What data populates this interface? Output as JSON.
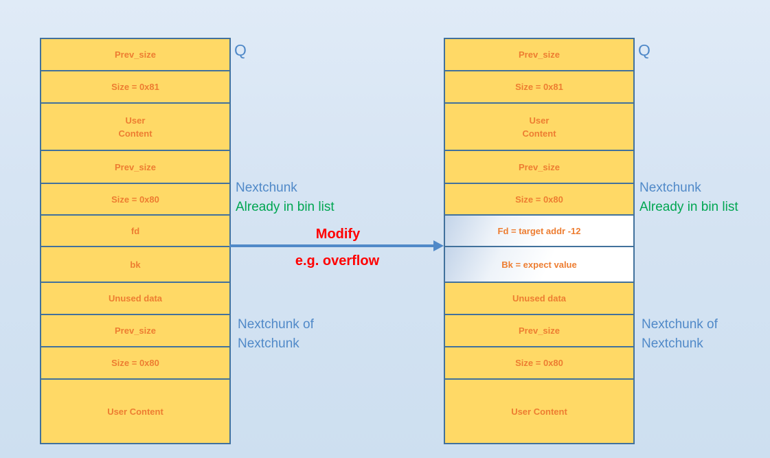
{
  "colors": {
    "background_top": "#e0ebf7",
    "background_bottom": "#cddff0",
    "cell_fill": "#FFD966",
    "cell_border": "#41719C",
    "cell_text": "#ED7D31",
    "label_blue": "#5089C8",
    "label_green": "#00A651",
    "label_red": "#FF0000",
    "arrow": "#5089C8"
  },
  "columns": [
    {
      "name": "before",
      "rows": [
        {
          "label": "Prev_size"
        },
        {
          "label": "Size = 0x81"
        },
        {
          "label": "User\nContent"
        },
        {
          "label": "Prev_size"
        },
        {
          "label": "Size = 0x80"
        },
        {
          "label": "fd"
        },
        {
          "label": "bk"
        },
        {
          "label": "Unused data"
        },
        {
          "label": "Prev_size"
        },
        {
          "label": "Size = 0x80"
        },
        {
          "label": "User Content"
        }
      ]
    },
    {
      "name": "after",
      "rows": [
        {
          "label": "Prev_size"
        },
        {
          "label": "Size = 0x81"
        },
        {
          "label": "User\nContent"
        },
        {
          "label": "Prev_size"
        },
        {
          "label": "Size = 0x80"
        },
        {
          "label": "Fd = target addr -12",
          "fill": "white"
        },
        {
          "label": "Bk = expect value",
          "fill": "white"
        },
        {
          "label": "Unused data"
        },
        {
          "label": "Prev_size"
        },
        {
          "label": "Size = 0x80"
        },
        {
          "label": "User Content"
        }
      ]
    }
  ],
  "annotations": {
    "q": "Q",
    "nextchunk": "Nextchunk",
    "already_in_bin": "Already in bin list",
    "nextchunk_of": "Nextchunk of",
    "modify": "Modify",
    "overflow": "e.g. overflow"
  }
}
